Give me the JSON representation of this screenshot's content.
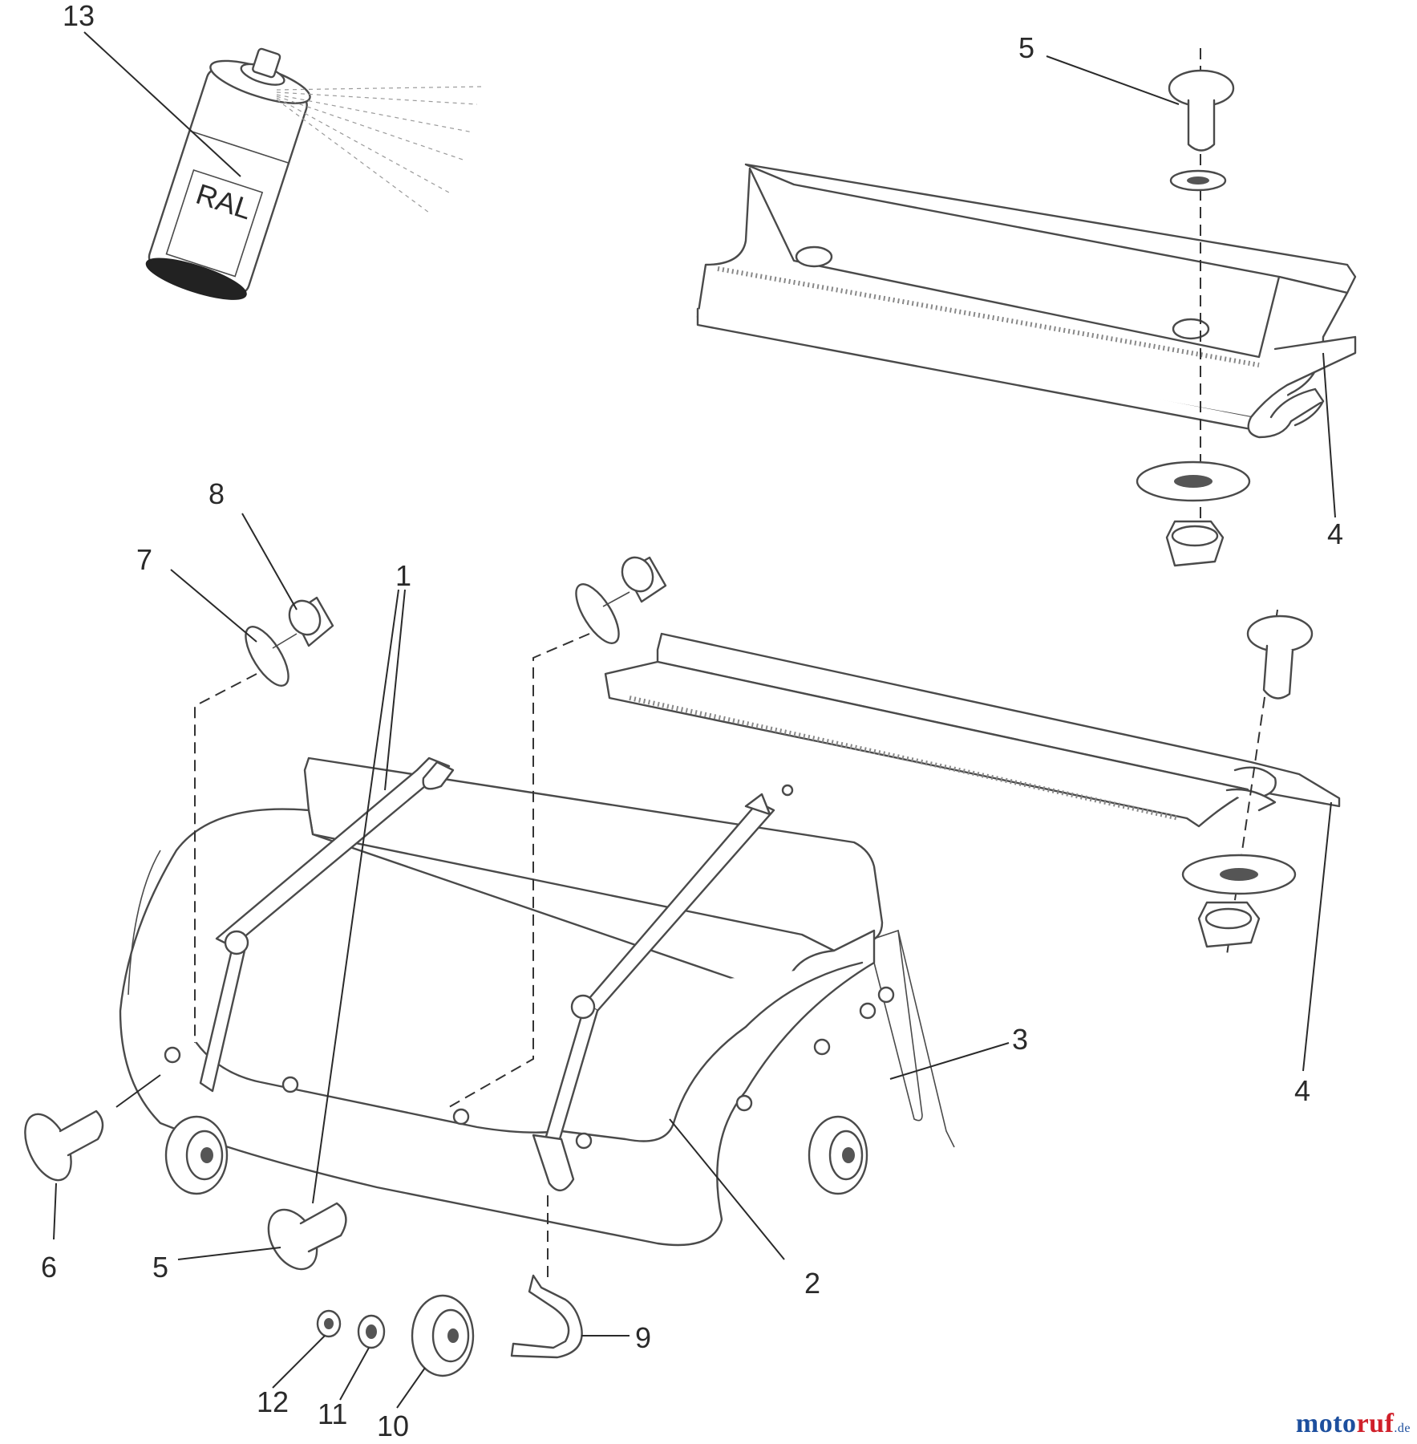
{
  "callouts": {
    "c1": "1",
    "c2": "2",
    "c3": "3",
    "c4a": "4",
    "c4b": "4",
    "c5a": "5",
    "c5b": "5",
    "c6": "6",
    "c7": "7",
    "c8": "8",
    "c9": "9",
    "c10": "10",
    "c11": "11",
    "c12": "12",
    "c13": "13"
  },
  "can_label": "RAL",
  "watermark": {
    "part1": "moto",
    "part2": "ruf",
    "tld": ".de"
  }
}
